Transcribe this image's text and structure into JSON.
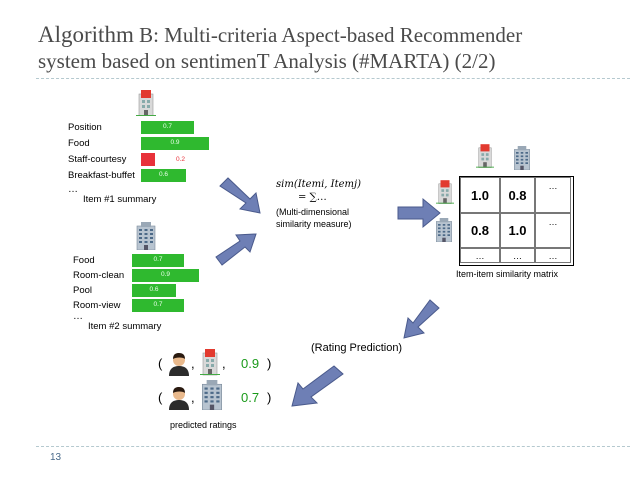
{
  "title": {
    "prefix": "Algorithm",
    "rest": " B: Multi-criteria Aspect-based Recommender",
    "line2": "system based on sentimenT Analysis (#MARTA) (2/2)"
  },
  "item1": {
    "aspects": [
      {
        "label": "Position",
        "value": "0.7",
        "level": 0.7,
        "color": "#2fb92f"
      },
      {
        "label": "Food",
        "value": "0.9",
        "level": 0.9,
        "color": "#2fb92f"
      },
      {
        "label": "Staff-courtesy",
        "value": "0.2",
        "level": 0.2,
        "color": "#e8313a"
      },
      {
        "label": "Breakfast-buffet",
        "value": "0.6",
        "level": 0.6,
        "color": "#2fb92f"
      }
    ],
    "ellipsis": "…",
    "caption": "Item #1 summary"
  },
  "item2": {
    "aspects": [
      {
        "label": "Food",
        "value": "0.7",
        "level": 0.7,
        "color": "#2fb92f"
      },
      {
        "label": "Room-clean",
        "value": "0.9",
        "level": 0.9,
        "color": "#2fb92f"
      },
      {
        "label": "Pool",
        "value": "0.6",
        "level": 0.6,
        "color": "#2fb92f"
      },
      {
        "label": "Room-view",
        "value": "0.7",
        "level": 0.7,
        "color": "#2fb92f"
      }
    ],
    "ellipsis": "…",
    "caption": "Item #2 summary"
  },
  "similarity": {
    "formula_line1": "sim(Itemi, Itemj)",
    "formula_line2": "= ∑…",
    "description_line1": "(Multi-dimensional",
    "description_line2": "similarity measure)"
  },
  "matrix": {
    "rows": [
      [
        "1.0",
        "0.8",
        "…"
      ],
      [
        "0.8",
        "1.0",
        "…"
      ],
      [
        "…",
        "…",
        "…"
      ]
    ],
    "caption": "Item-item similarity matrix"
  },
  "rating_prediction": "(Rating Prediction)",
  "predictions": [
    {
      "open": "(",
      "sep": ",",
      "value": "0.9",
      "close": ")"
    },
    {
      "open": "(",
      "sep": ",",
      "value": "0.7",
      "close": ")"
    }
  ],
  "predicted_caption": "predicted ratings",
  "page_number": "13",
  "icons": [
    "hotel-red-icon",
    "office-building-icon",
    "user-avatar-icon"
  ],
  "colors": {
    "positive": "#2fb92f",
    "negative": "#e8313a",
    "arrow": "#6e7fb5",
    "title": "#4a4a4a"
  }
}
